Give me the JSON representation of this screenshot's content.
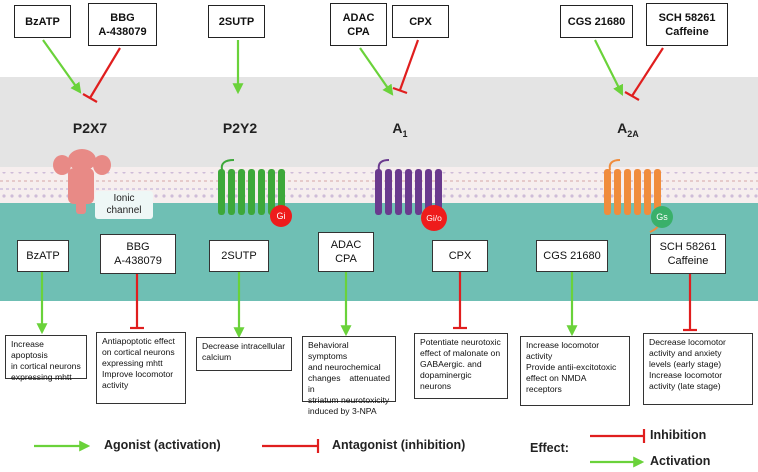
{
  "colors": {
    "top_band": "#e4e4e4",
    "cytoplasm_band": "#6fbfb4",
    "agonist_arrow": "#6ad23a",
    "antagonist_arrow": "#e01e1e",
    "p2x7": "#e88a86",
    "p2y2": "#3da83a",
    "a1": "#6a3a8e",
    "a2a": "#f08c3c",
    "gi": "#ee1c1c",
    "gs": "#3ab06a"
  },
  "top_compounds": [
    {
      "id": "bzatp",
      "text": "BzATP"
    },
    {
      "id": "bbg",
      "text": "BBG\nA-438079"
    },
    {
      "id": "2sutp",
      "text": "2SUTP"
    },
    {
      "id": "adac",
      "text": "ADAC\nCPA"
    },
    {
      "id": "cpx",
      "text": "CPX"
    },
    {
      "id": "cgs",
      "text": "CGS 21680"
    },
    {
      "id": "sch",
      "text": "SCH 58261\nCaffeine"
    }
  ],
  "receptors": {
    "p2x7": "P2X7",
    "p2y2": "P2Y2",
    "a1": "A",
    "a1_sub": "1",
    "a2a": "A",
    "a2a_sub": "2A"
  },
  "ionic_channel": "Ionic\nchannel",
  "g_proteins": {
    "gi": "Gi",
    "gio": "Gi/o",
    "gs": "Gs"
  },
  "mid_compounds": [
    {
      "id": "bzatp",
      "text": "BzATP"
    },
    {
      "id": "bbg",
      "text": "BBG\nA-438079"
    },
    {
      "id": "2sutp",
      "text": "2SUTP"
    },
    {
      "id": "adac",
      "text": "ADAC\nCPA"
    },
    {
      "id": "cpx",
      "text": "CPX"
    },
    {
      "id": "cgs",
      "text": "CGS 21680"
    },
    {
      "id": "sch",
      "text": "SCH 58261\nCaffeine"
    }
  ],
  "effects": [
    {
      "id": "apoptosis",
      "text": "Increase apoptosis\nin cortical neurons\nexpressing mhtt"
    },
    {
      "id": "antiapoptotic",
      "text": "Antiapoptotic effect\non cortical neurons\nexpressing mhtt\nImprove locomotor\nactivity"
    },
    {
      "id": "calcium",
      "text": "Decrease intracellular\ncalcium"
    },
    {
      "id": "behavioral",
      "text": "Behavioral symptoms\nand neurochemical\nchanges attenuated in\nstriatum neurotoxicity\ninduced by 3-NPA"
    },
    {
      "id": "malonate",
      "text": "Potentiate neurotoxic\neffect of malonate on\nGABAergic. and\ndopaminergic neurons"
    },
    {
      "id": "locomotor_inc",
      "text": "Increase locomotor\nactivity\nProvide antii-excitotoxic\neffect on NMDA\nreceptors"
    },
    {
      "id": "locomotor_dec",
      "text": "Decrease locomotor\nactivity and anxiety\nlevels (early stage)\nIncrease locomotor\nactivity (late stage)"
    }
  ],
  "legend": {
    "agonist": "Agonist (activation)",
    "antagonist": "Antagonist (inhibition)",
    "effect": "Effect:",
    "inhibition": "Inhibition",
    "activation": "Activation"
  }
}
